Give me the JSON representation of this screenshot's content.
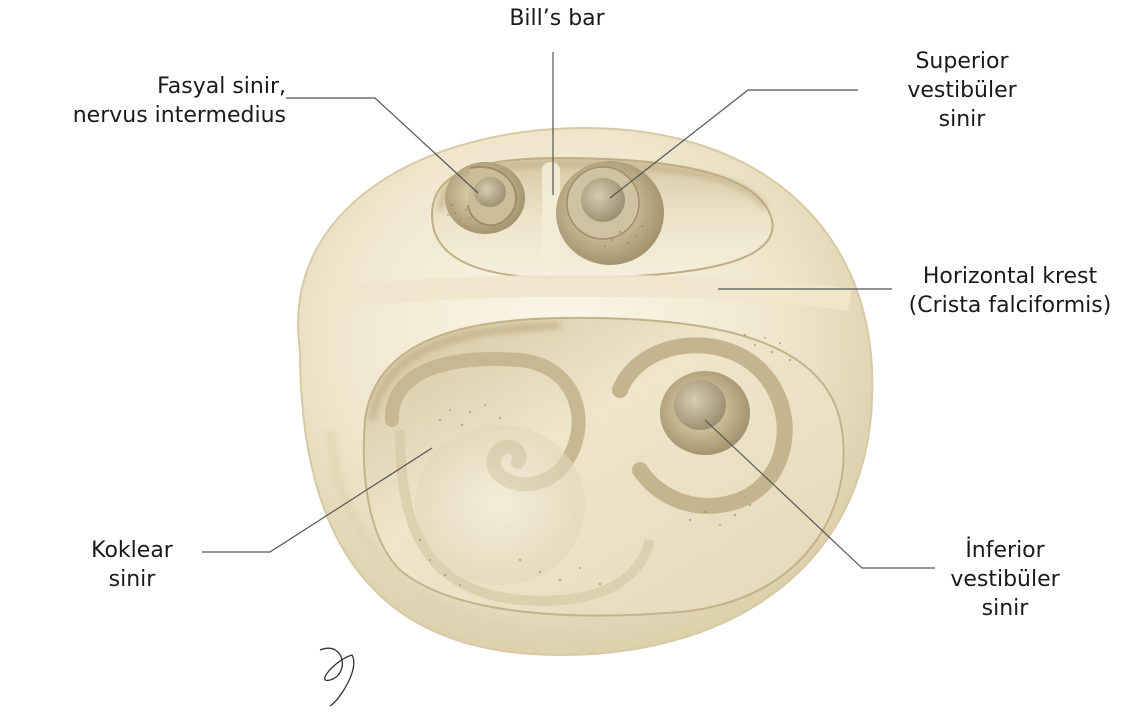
{
  "labels": {
    "bills_bar": "Bill’s bar",
    "fasyal_line1": "Fasyal sinir,",
    "fasyal_line2": "nervus intermedius",
    "superior_line1": "Superior",
    "superior_line2": "vestibüler",
    "superior_line3": "sinir",
    "horizontal_line1": "Horizontal krest",
    "horizontal_line2": "(Crista falciformis)",
    "koklear_line1": "Koklear",
    "koklear_line2": "sinir",
    "inferior_line1": "İnferior",
    "inferior_line2": "vestibüler",
    "inferior_line3": "sinir"
  },
  "colors": {
    "bone_light": "#f6f0dc",
    "bone_mid": "#e7dcbd",
    "bone_dark": "#c7b890",
    "canal_shadow": "#a89774",
    "nerve": "#b0a283",
    "stipple": "#8f8268",
    "leader_line": "#555555"
  }
}
